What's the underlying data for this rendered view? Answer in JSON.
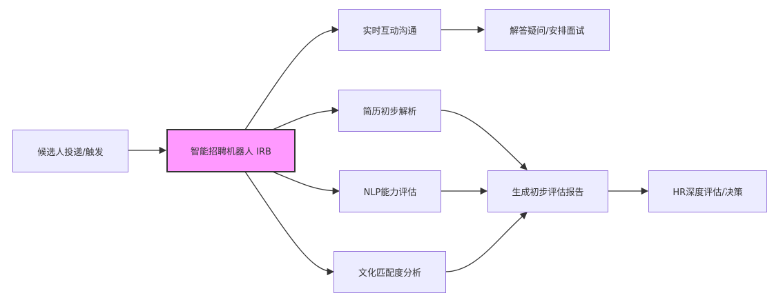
{
  "diagram": {
    "type": "flowchart",
    "direction": "left-to-right",
    "colors": {
      "node_fill": "#ECECFF",
      "node_border": "#9370DB",
      "highlight_fill": "#ff99ff",
      "highlight_border": "#333333",
      "edge": "#333333",
      "text": "#333333"
    },
    "nodes": [
      {
        "id": "A",
        "label": "候选人投递/触发"
      },
      {
        "id": "IRB",
        "label": "智能招聘机器人 IRB",
        "highlight": true
      },
      {
        "id": "C",
        "label": "实时互动沟通"
      },
      {
        "id": "D",
        "label": "解答疑问/安排面试"
      },
      {
        "id": "E",
        "label": "简历初步解析"
      },
      {
        "id": "F",
        "label": "NLP能力评估"
      },
      {
        "id": "G",
        "label": "文化匹配度分析"
      },
      {
        "id": "H",
        "label": "生成初步评估报告"
      },
      {
        "id": "I",
        "label": "HR深度评估/决策"
      }
    ],
    "edges": [
      {
        "from": "A",
        "to": "IRB"
      },
      {
        "from": "IRB",
        "to": "C"
      },
      {
        "from": "IRB",
        "to": "E"
      },
      {
        "from": "IRB",
        "to": "F"
      },
      {
        "from": "IRB",
        "to": "G"
      },
      {
        "from": "C",
        "to": "D"
      },
      {
        "from": "E",
        "to": "H"
      },
      {
        "from": "F",
        "to": "H"
      },
      {
        "from": "G",
        "to": "H"
      },
      {
        "from": "H",
        "to": "I"
      }
    ]
  }
}
